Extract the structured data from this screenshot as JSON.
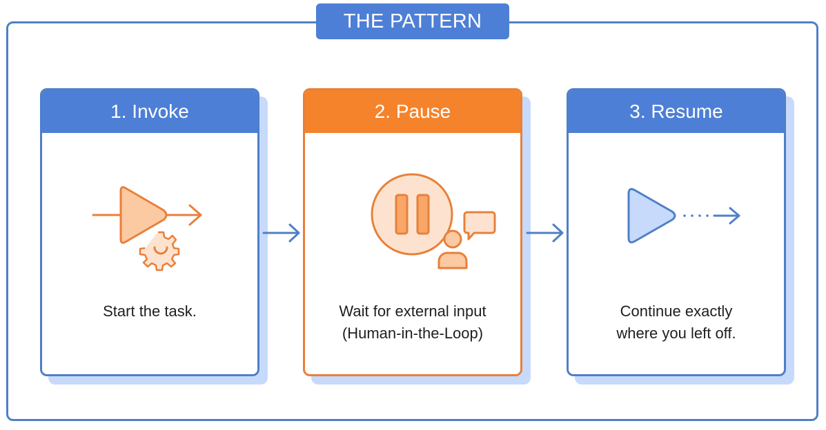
{
  "title": "THE PATTERN",
  "colors": {
    "primary_blue": "#4d7fd6",
    "border_blue": "#4f7fc6",
    "accent_orange": "#f5832b",
    "shadow_blue": "#c7dafb",
    "icon_orange": "#e8803a",
    "icon_orange_fill": "#fbc9a2"
  },
  "steps": [
    {
      "label": "1. Invoke",
      "description_lines": [
        "Start the task."
      ],
      "icon": "play-with-gear-icon",
      "theme": "blue"
    },
    {
      "label": "2. Pause",
      "description_lines": [
        "Wait for external input",
        "(Human-in-the-Loop)"
      ],
      "icon": "pause-with-human-chat-icon",
      "theme": "orange"
    },
    {
      "label": "3. Resume",
      "description_lines": [
        "Continue exactly",
        "where you left off."
      ],
      "icon": "play-dotted-arrow-icon",
      "theme": "blue"
    }
  ],
  "connectors": [
    "arrow-right-icon",
    "arrow-right-icon"
  ]
}
